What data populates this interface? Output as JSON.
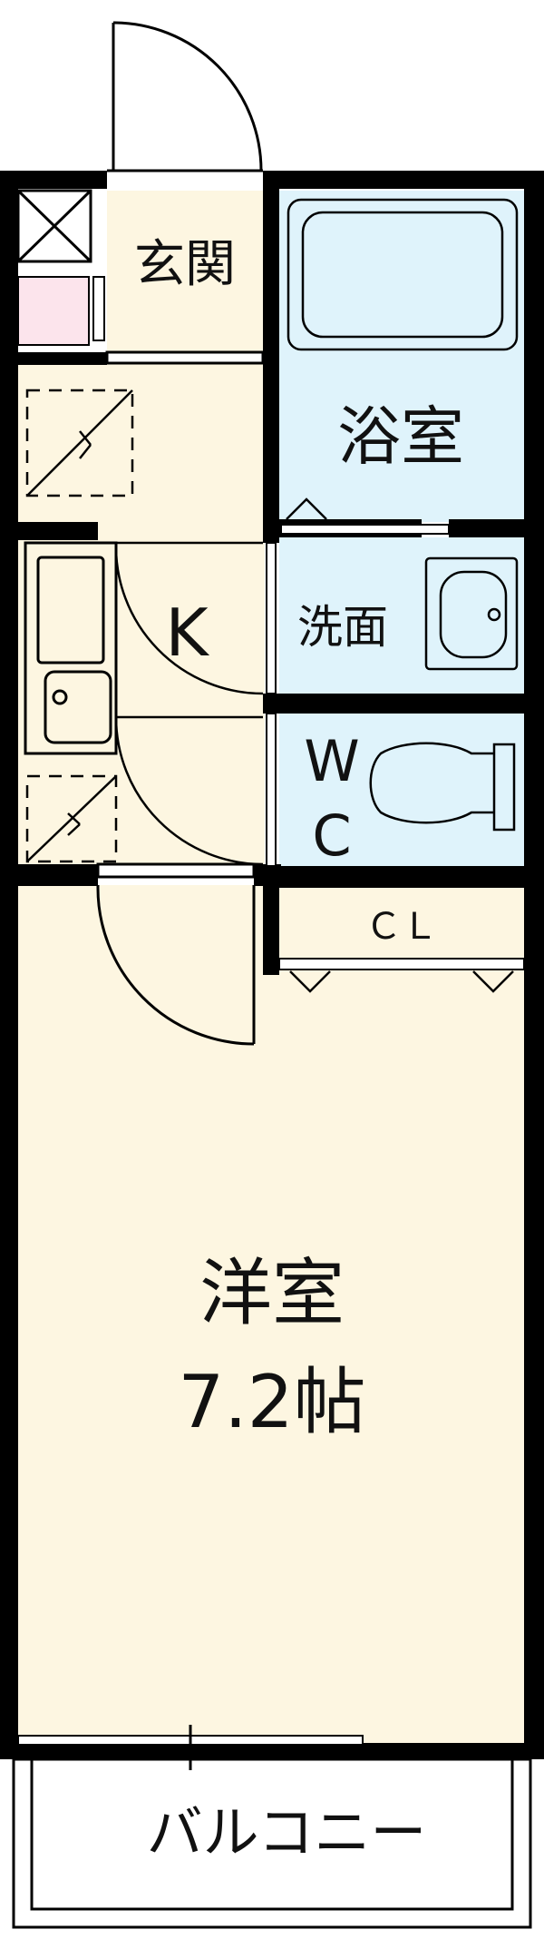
{
  "rooms": {
    "entrance": "玄関",
    "bath": "浴室",
    "kitchen": "K",
    "washroom": "洗面",
    "toilet_w": "W",
    "toilet_c": "C",
    "closet": "ＣＬ",
    "western_room": "洋室",
    "western_room_size": "7.2帖",
    "balcony": "バルコニー"
  },
  "colors": {
    "wall": "#000000",
    "floor_cream": "#fdf6e1",
    "wet_blue": "#dff3fb",
    "storage_pink": "#fce4ec"
  }
}
